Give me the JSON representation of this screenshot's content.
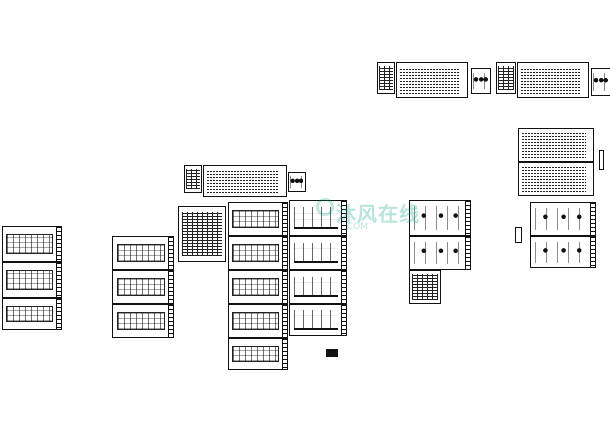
{
  "watermark": {
    "text": "沐风在线",
    "subtext": ".COM"
  },
  "sheets": [
    {
      "kind": "plan"
    },
    {
      "kind": "plan"
    },
    {
      "kind": "plan"
    },
    {
      "kind": "plan"
    },
    {
      "kind": "plan"
    },
    {
      "kind": "plan"
    }
  ]
}
